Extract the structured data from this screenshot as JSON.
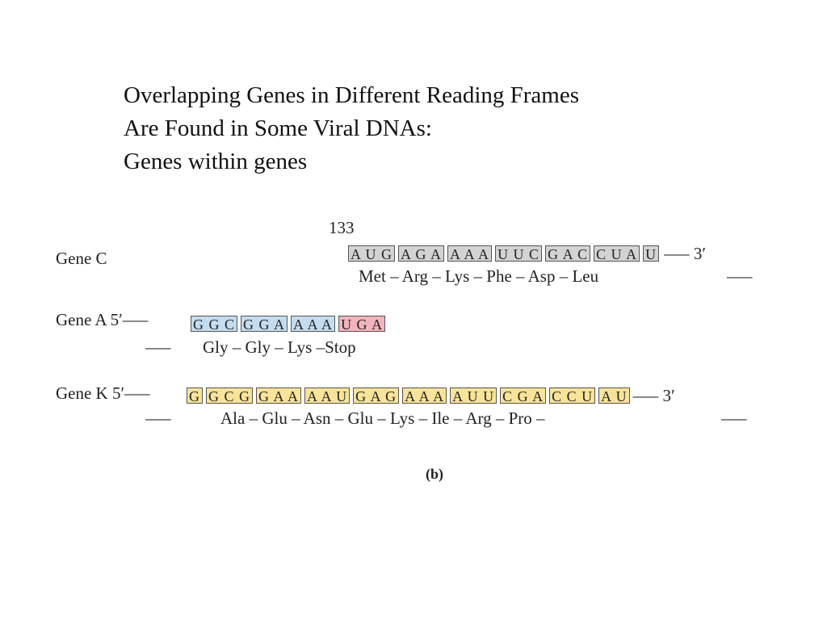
{
  "title": {
    "line1": "Overlapping Genes in Different Reading Frames",
    "line2": "Are Found in Some Viral DNAs:",
    "line3": "Genes within genes"
  },
  "figure": {
    "position_label": "133",
    "caption": "(b)",
    "gene_c": {
      "label": "Gene C",
      "codons": [
        "A U G",
        "A G A",
        "A A A",
        "U U C",
        "G A C",
        "C U A",
        "U"
      ],
      "tail": "––– 3′",
      "aa_line": "Met – Arg – Lys – Phe – Asp – Leu",
      "aa_tail": "–––"
    },
    "gene_a": {
      "label": "Gene A 5′–––",
      "codons": [
        "G G C",
        "G G A",
        "A A A",
        "U G A"
      ],
      "codon_colors": [
        "blue",
        "blue",
        "blue",
        "pink"
      ],
      "aa_lead": "–––",
      "aa_line": "Gly – Gly – Lys –Stop"
    },
    "gene_k": {
      "label": "Gene K 5′–––",
      "codons": [
        "G",
        "G C G",
        "G A A",
        "A A U",
        "G A G",
        "A A A",
        "A U U",
        "C G A",
        "C C U",
        "A U"
      ],
      "tail": "––– 3′",
      "aa_lead": "–––",
      "aa_line": "Ala – Glu – Asn – Glu – Lys –  Ile  – Arg – Pro –",
      "aa_tail": "–––"
    },
    "colors": {
      "gray": "#d3d3d3",
      "blue": "#c4dcf0",
      "pink": "#f4b4bc",
      "yellow": "#f8e498"
    }
  }
}
